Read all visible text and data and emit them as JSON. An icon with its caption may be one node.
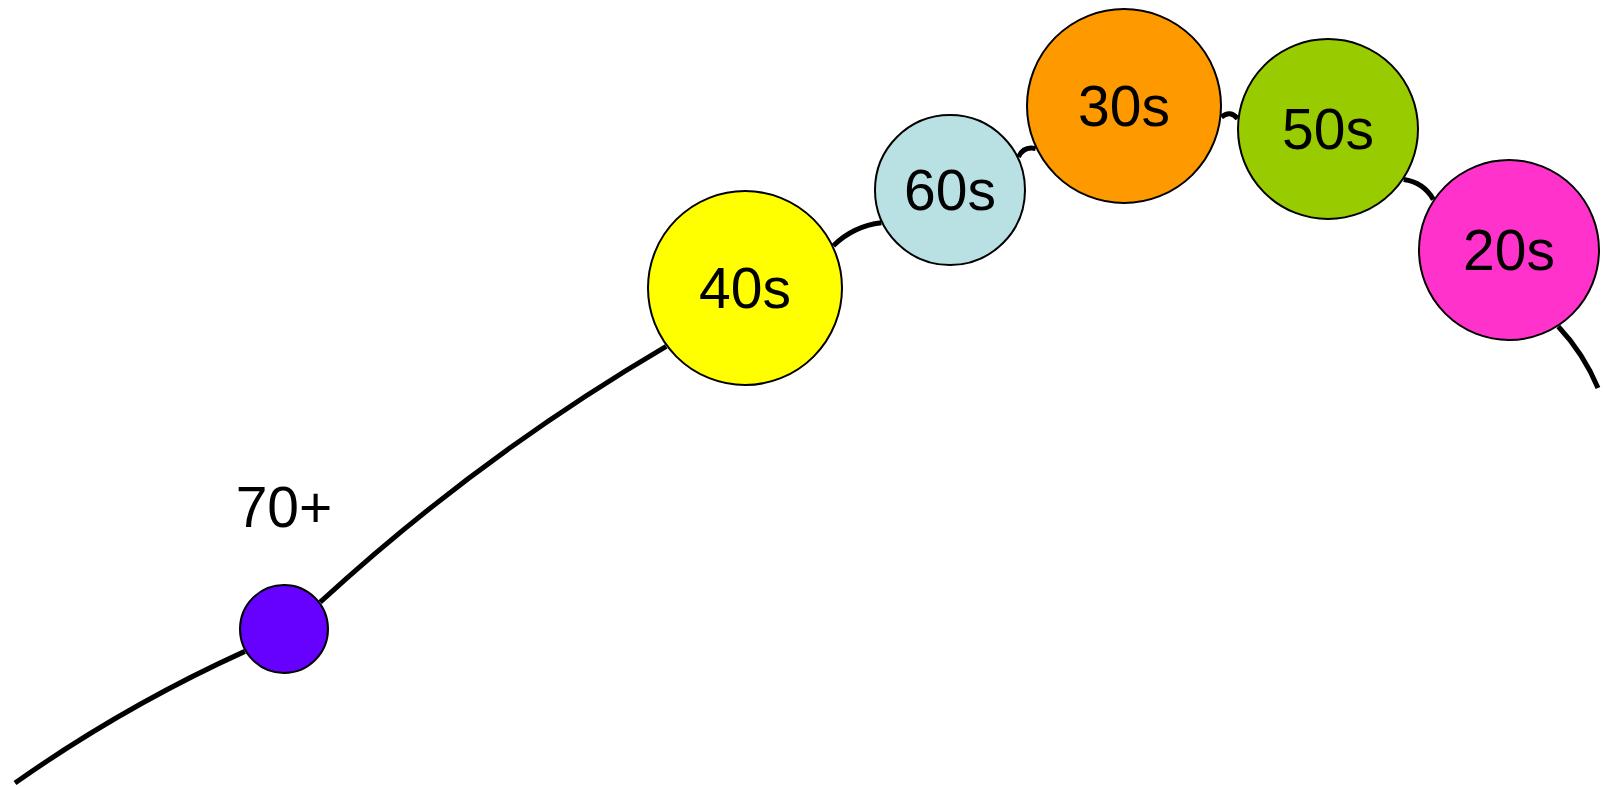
{
  "diagram": {
    "nodes": [
      {
        "text": [],
        "shape": "circle",
        "beside": [
          "70+"
        ]
      },
      {
        "text": [
          "40s"
        ]
      },
      {
        "text": [
          "60s"
        ]
      },
      {
        "text": [
          "30s"
        ]
      },
      {
        "text": [
          "50s"
        ]
      },
      {
        "text": [
          "20s"
        ]
      }
    ],
    "edges": [
      {
        "from": null,
        "to": 0,
        "arrow": "none"
      },
      {
        "from": 0,
        "to": 1,
        "arrow": "none"
      },
      {
        "from": 1,
        "to": 2,
        "arrow": "none"
      },
      {
        "from": 2,
        "to": 3,
        "arrow": "none"
      },
      {
        "from": 3,
        "to": 4,
        "arrow": "none"
      },
      {
        "from": 4,
        "to": 5,
        "arrow": "none"
      },
      {
        "from": 5,
        "to": null,
        "arrow": "none"
      }
    ]
  }
}
